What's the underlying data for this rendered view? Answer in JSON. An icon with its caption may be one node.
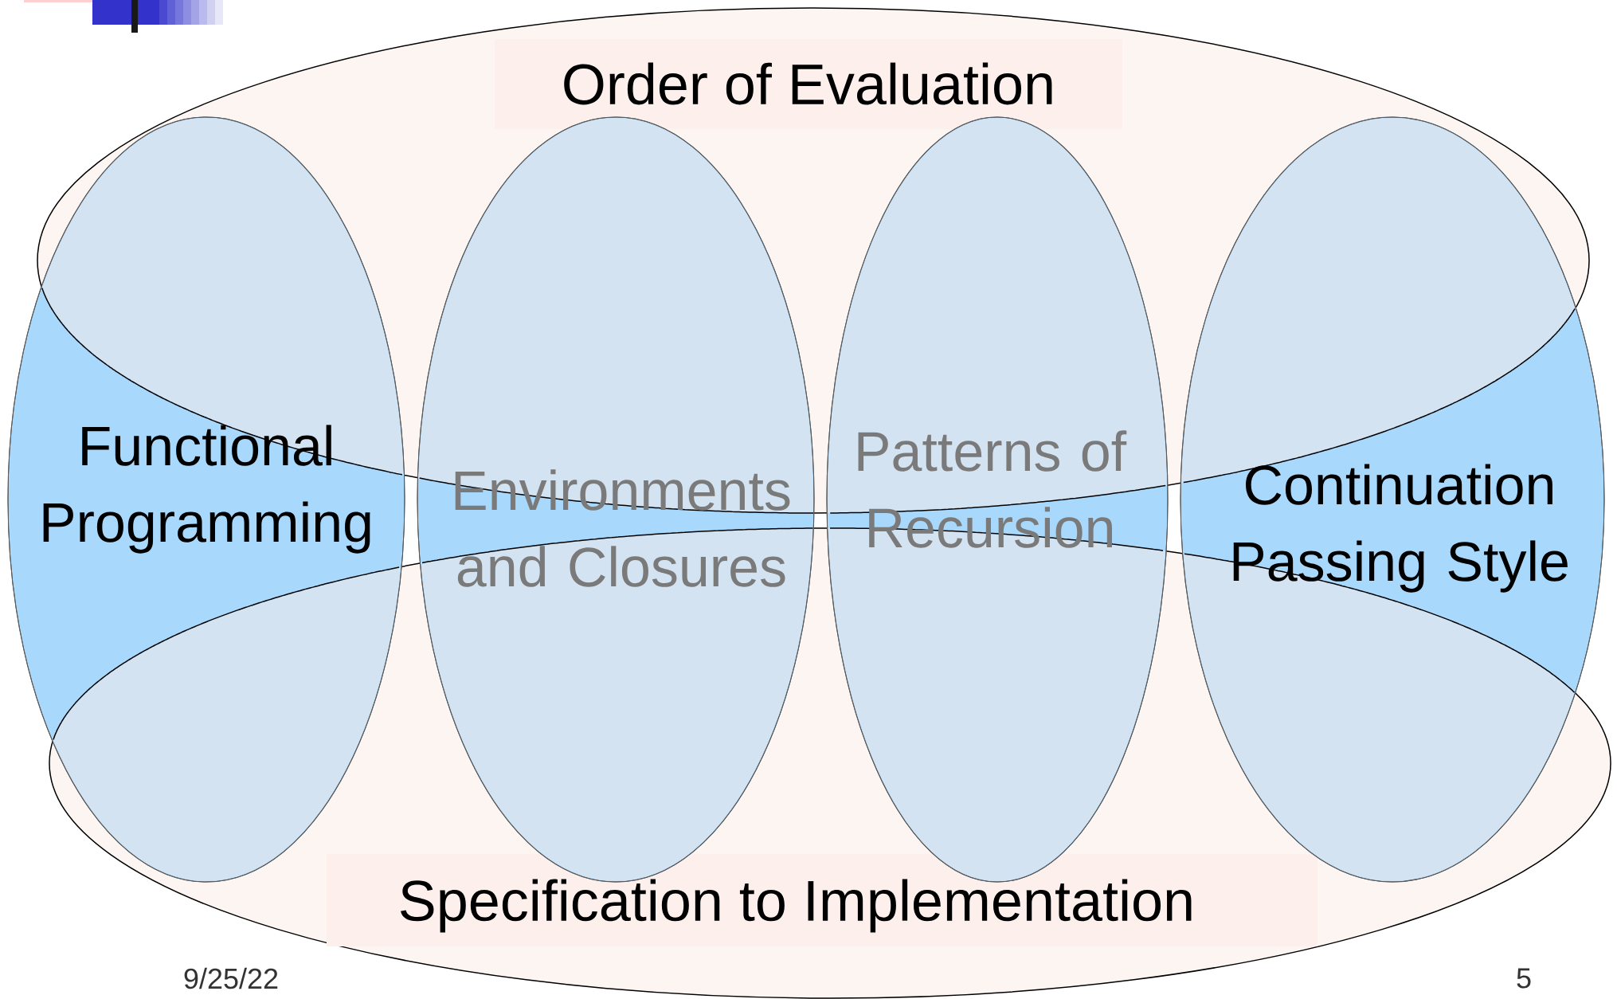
{
  "diagram": {
    "nodes": [
      {
        "text": [
          "Order of Evaluation"
        ]
      },
      {
        "text": [
          "Specification to Implementation"
        ]
      },
      {
        "text": [
          "Functional Programming"
        ]
      },
      {
        "text": [
          "Environments and Closures"
        ]
      },
      {
        "text": [
          "Patterns of Recursion"
        ]
      },
      {
        "text": [
          "Continuation Passing Style"
        ]
      }
    ],
    "labels": [
      "9/25/22",
      "5"
    ]
  }
}
